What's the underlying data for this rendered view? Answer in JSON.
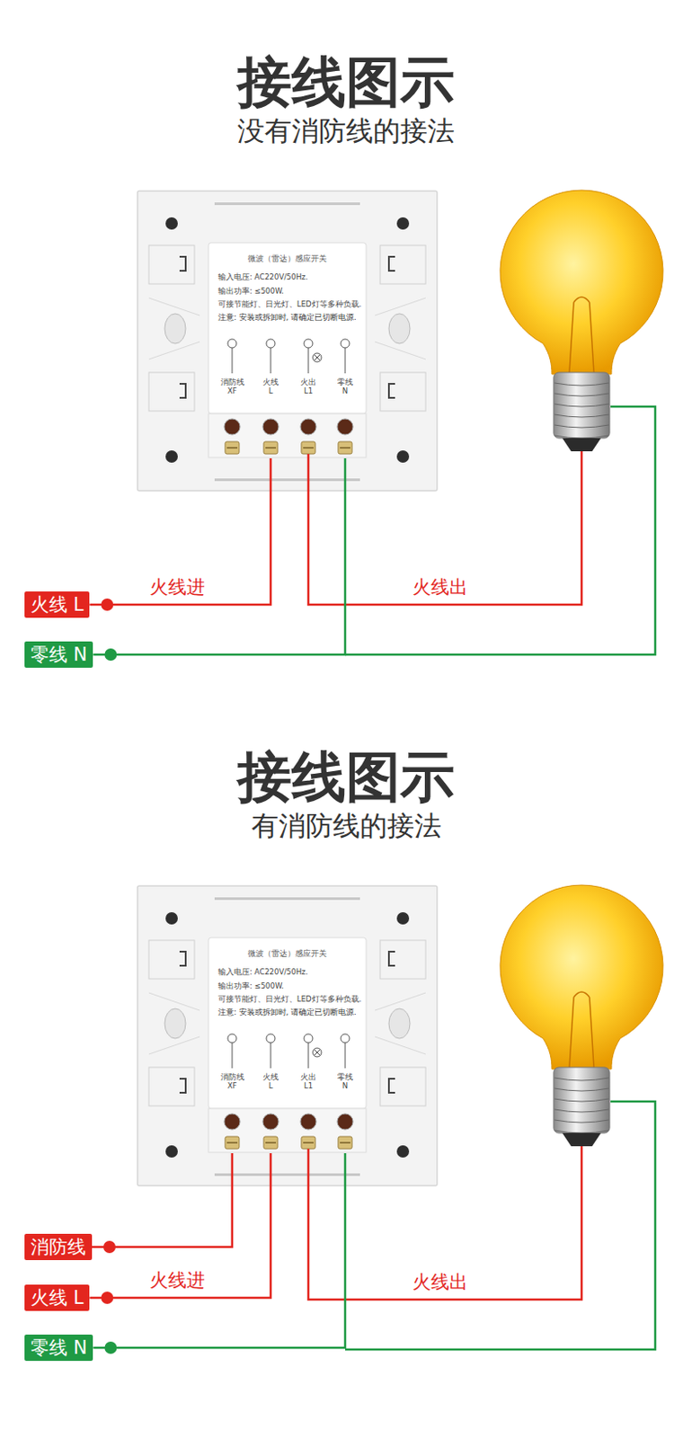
{
  "diagram": {
    "title": "接线图示",
    "nodes": [
      {
        "text": [
          "微波（雷达）感应开关",
          "输入电压: AC220V/50Hz.",
          "输出功率: ≤500W.",
          "可接节能灯、日光灯、LED灯等多种负载.",
          "注意: 安装或拆卸时, 请确定已切断电源.",
          "消防线 XF",
          "火线 L",
          "火出 L1",
          "零线 N"
        ]
      },
      {
        "text": [
          "火线 L"
        ]
      },
      {
        "text": [
          "零线 N"
        ]
      },
      {
        "text": [
          "微波（雷达）感应开关",
          "输入电压: AC220V/50Hz.",
          "输出功率: ≤500W.",
          "可接节能灯、日光灯、LED灯等多种负载.",
          "注意: 安装或拆卸时, 请确定已切断电源.",
          "消防线 XF",
          "火线 L",
          "火出 L1",
          "零线 N"
        ]
      },
      {
        "text": [
          "消防线"
        ]
      },
      {
        "text": [
          "火线 L"
        ]
      },
      {
        "text": [
          "零线 N"
        ]
      }
    ],
    "edges": [
      {
        "from": 1,
        "to": 0,
        "arrow": "none",
        "label": "火线进"
      },
      {
        "from": 2,
        "to": 0,
        "arrow": "none"
      },
      {
        "from": 4,
        "to": 3,
        "arrow": "none"
      },
      {
        "from": 5,
        "to": 3,
        "arrow": "none",
        "label": "火线进"
      },
      {
        "from": 6,
        "to": 3,
        "arrow": "none"
      }
    ],
    "labels": [
      "没有消防线的接法",
      "火线出",
      "接线图示",
      "有消防线的接法",
      "火线出"
    ]
  }
}
